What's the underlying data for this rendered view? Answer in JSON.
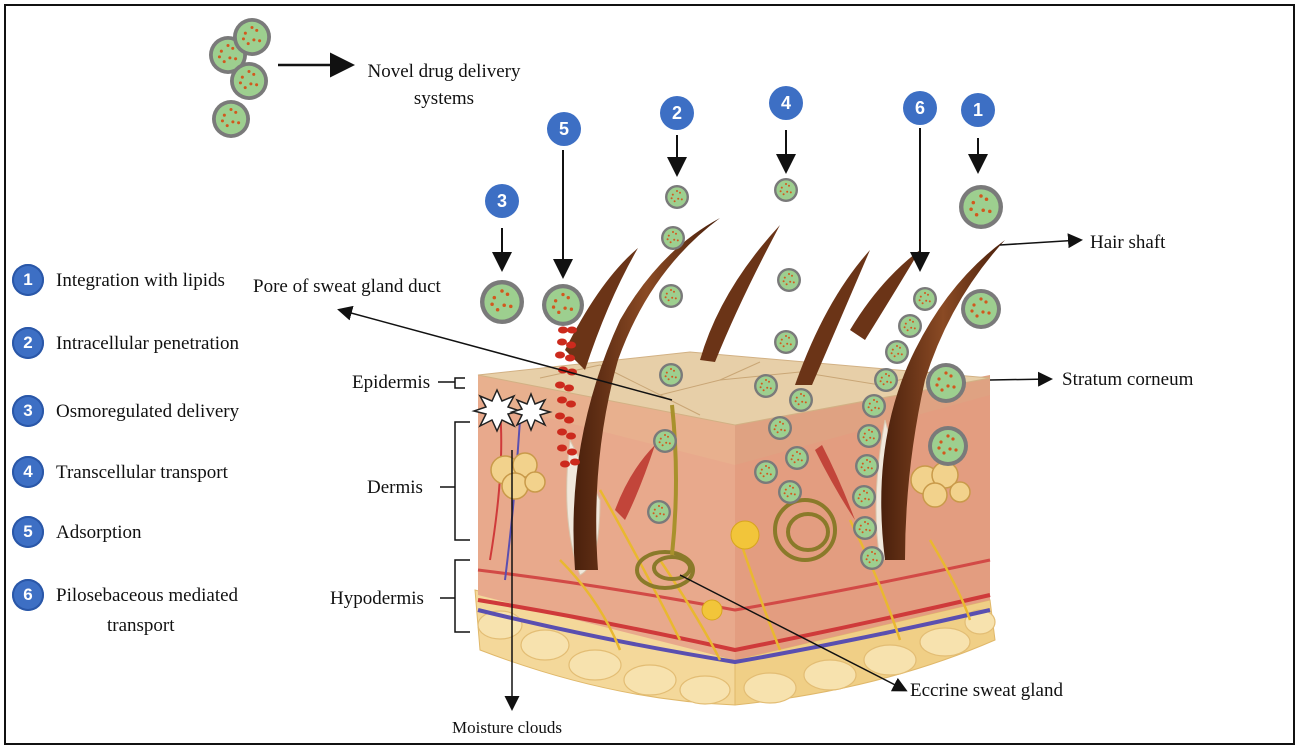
{
  "novel_label": "Novel drug delivery systems",
  "legend": [
    {
      "num": "1",
      "text": "Integration with lipids"
    },
    {
      "num": "2",
      "text": "Intracellular penetration"
    },
    {
      "num": "3",
      "text": "Osmoregulated delivery"
    },
    {
      "num": "4",
      "text": "Transcellular transport"
    },
    {
      "num": "5",
      "text": "Adsorption"
    },
    {
      "num": "6",
      "text": "Pilosebaceous mediated",
      "text2": "transport"
    }
  ],
  "pathway_badges": [
    "5",
    "2",
    "4",
    "6",
    "1",
    "3"
  ],
  "labels": {
    "hair_shaft": "Hair shaft",
    "pore": "Pore of sweat gland duct",
    "stratum": "Stratum corneum",
    "epidermis": "Epidermis",
    "dermis": "Dermis",
    "hypodermis": "Hypodermis",
    "eccrine": "Eccrine sweat gland",
    "moisture": "Moisture clouds"
  },
  "colors": {
    "badge": "#3d6fc4",
    "particle_fill": "#9dcf8f",
    "particle_ring": "#6b6b6b",
    "dots": "#cc2a1d",
    "hair": "#6b3417",
    "epidermis_top": "#e7cfa8",
    "dermis": "#e8a98c",
    "fat": "#f4d89a"
  }
}
